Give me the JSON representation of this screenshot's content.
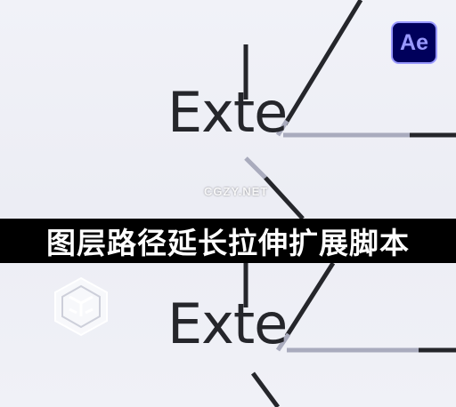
{
  "hero": {
    "word_top": "Exte",
    "word_bottom": "Exte"
  },
  "badge": {
    "label": "Ae",
    "icon": "after-effects-icon",
    "bg_color": "#00005b",
    "fg_color": "#9999ff"
  },
  "watermark": {
    "text": "CGZY.NET"
  },
  "banner": {
    "title": "图层路径延长拉伸扩展脚本"
  },
  "logo": {
    "icon": "cgzy-hexagon-logo-icon"
  },
  "colors": {
    "ink": "#25262b",
    "stroke_light": "#a9abbd",
    "background": "#eef0f6"
  }
}
